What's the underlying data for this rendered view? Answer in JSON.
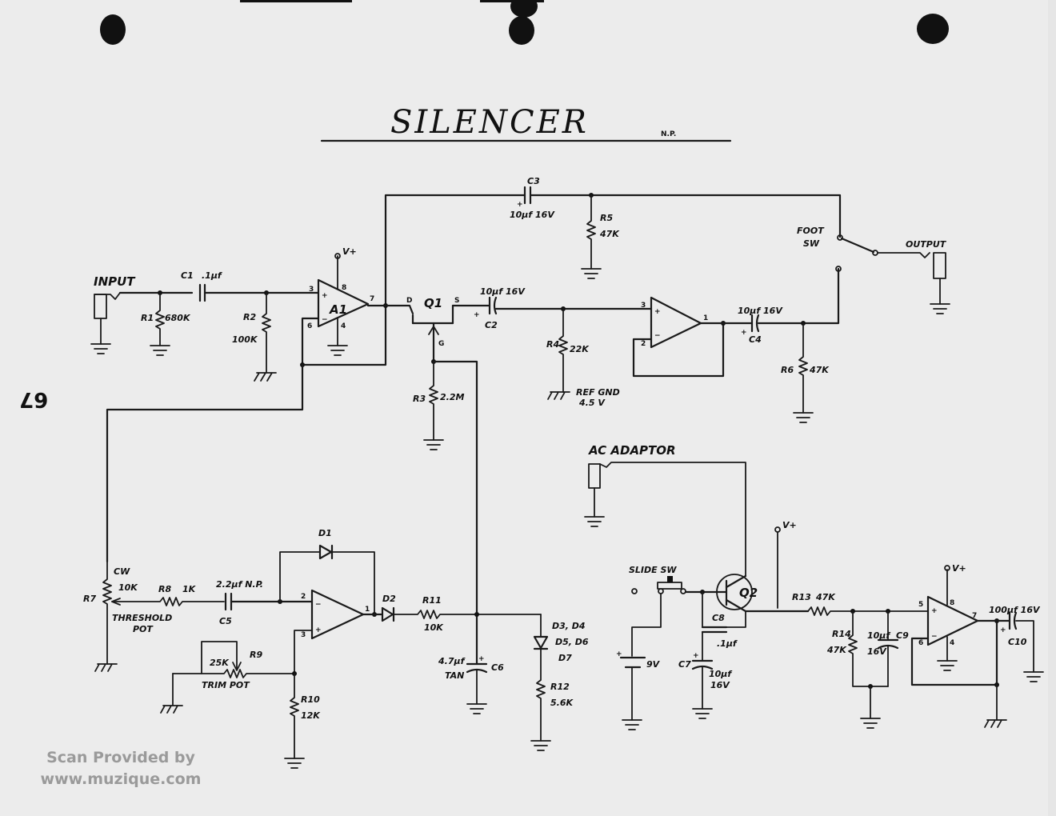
{
  "title": "SILENCER",
  "author_mark": "N.P.",
  "page_number": "67",
  "scan_credit": {
    "line1": "Scan Provided by",
    "line2": "www.muzique.com"
  },
  "labels": {
    "input": "INPUT",
    "output": "OUTPUT",
    "foot_sw": [
      "FOOT",
      "SW"
    ],
    "vplus": "V+",
    "c1": "C1",
    "c1_val": ".1µf",
    "r1": "R1",
    "r1_val": "680K",
    "r2": "R2",
    "r2_val": "100K",
    "a1": "A1",
    "q1": "Q1",
    "pin_d": "D",
    "pin_s": "S",
    "pin_g": "G",
    "r3": "R3",
    "r3_val": "2.2M",
    "c3": "C3",
    "c3_val": "10µf 16V",
    "r5": "R5",
    "r5_val": "47K",
    "c2": "C2",
    "c2_val": "10µf 16V",
    "r4": "R4",
    "r4_val": "22K",
    "ref_gnd": [
      "REF GND",
      "4.5 V"
    ],
    "c4": "C4",
    "c4_val": "10µf 16V",
    "r6": "R6",
    "r6_val": "47K",
    "ac_adaptor": "AC ADAPTOR",
    "slide_sw": "SLIDE SW",
    "q2": "Q2",
    "c8": "C8",
    "c8_val": ".1µf",
    "c7": "C7",
    "c7_val": [
      "10µf",
      "16V"
    ],
    "batt": "9V",
    "r13": "R13",
    "r13_val": "47K",
    "r14": "R14",
    "r14_val": "47K",
    "c9": "C9",
    "c9_val": [
      "10µf",
      "16V"
    ],
    "c10": "C10",
    "c10_val": "100µf 16V",
    "r7": "R7",
    "cw": "CW",
    "r7_val": "10K",
    "threshold_pot": [
      "THRESHOLD",
      "POT"
    ],
    "r8": "R8",
    "r8_val": "1K",
    "c5": "C5",
    "c5_val": "2.2µf N.P.",
    "d1": "D1",
    "d2": "D2",
    "r11": "R11",
    "r11_val": "10K",
    "c6": "C6",
    "c6_val": [
      "4.7µf",
      "TAN"
    ],
    "d3_7": [
      "D3, D4",
      "D5, D6",
      "D7"
    ],
    "r12": "R12",
    "r12_val": "5.6K",
    "r9": "R9",
    "r9_val": "25K",
    "trim_pot": "TRIM POT",
    "r10": "R10",
    "r10_val": "12K"
  },
  "opamp_pins": {
    "a1": [
      "3",
      "8",
      "6",
      "7",
      "4"
    ],
    "a2": [
      "3",
      "2",
      "1"
    ],
    "a3": [
      "2",
      "3",
      "1"
    ],
    "a4": [
      "5",
      "8",
      "6",
      "7",
      "4"
    ]
  }
}
